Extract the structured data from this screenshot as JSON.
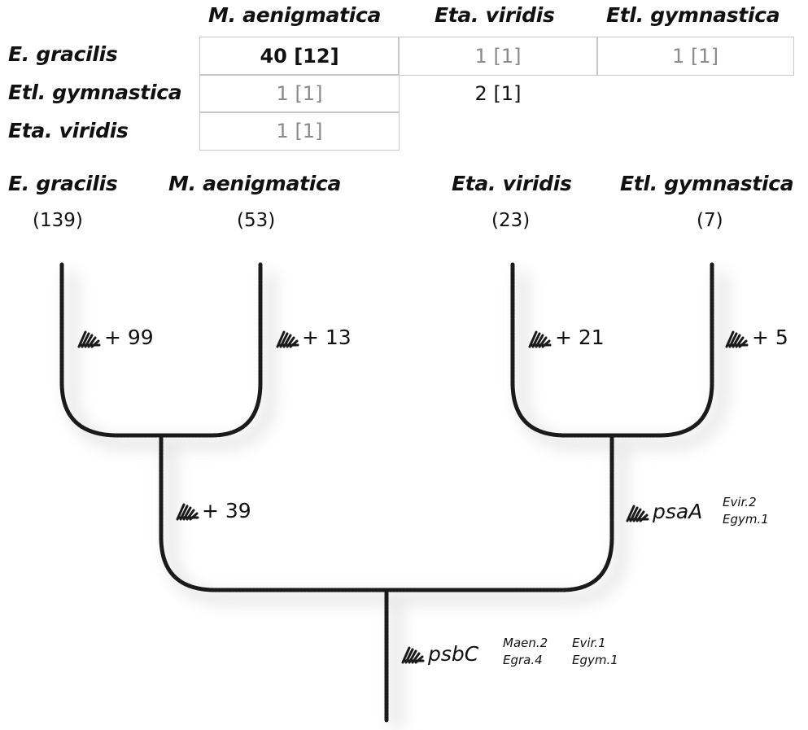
{
  "table": {
    "col_headers": [
      "M. aenigmatica",
      "Eta. viridis",
      "Etl. gymnastica"
    ],
    "row_headers": [
      "E. gracilis",
      "Etl. gymnastica",
      "Eta. viridis"
    ],
    "rows": [
      [
        "40 [12]",
        "1 [1]",
        "1 [1]"
      ],
      [
        "1 [1]",
        "2 [1]"
      ],
      [
        "1 [1]"
      ]
    ]
  },
  "tips": [
    {
      "name": "E. gracilis",
      "count": "(139)"
    },
    {
      "name": "M. aenigmatica",
      "count": "(53)"
    },
    {
      "name": "Eta. viridis",
      "count": "(23)"
    },
    {
      "name": "Etl. gymnastica",
      "count": "(7)"
    }
  ],
  "branch_gains": {
    "gracilis": "+ 99",
    "aenigmatica": "+ 13",
    "viridis": "+ 21",
    "gymnastica": "+ 5",
    "euglenid_clade": "+ 39"
  },
  "genes": {
    "psaA": {
      "label": "psaA",
      "copies": [
        "Evir.2",
        "Egym.1"
      ]
    },
    "psbC": {
      "label": "psbC",
      "copies_left": [
        "Maen.2",
        "Egra.4"
      ],
      "copies_right": [
        "Evir.1",
        "Egym.1"
      ]
    }
  },
  "colors": {
    "line": "#1a1a1a",
    "grid": "#c8c8c8",
    "muted": "#8a8a8a"
  }
}
